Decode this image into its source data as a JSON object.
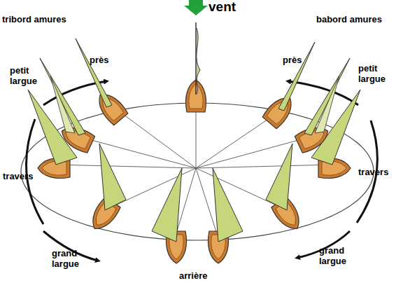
{
  "diagram": {
    "labels": [
      "vent",
      "tribord amures",
      "babord amures",
      "près",
      "près",
      "petit largue",
      "petit largue",
      "travers",
      "travers",
      "grand largue",
      "grand largue",
      "arrière"
    ]
  }
}
